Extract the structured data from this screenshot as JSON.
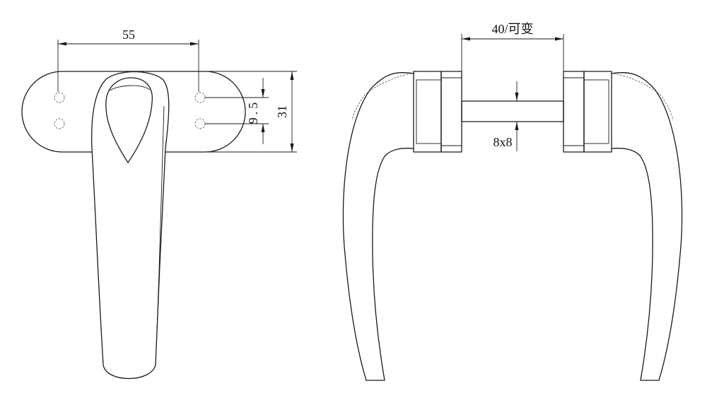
{
  "dimensions": {
    "width_span": "55",
    "hole_pitch": "9.5",
    "plate_height": "31",
    "spindle_length": "40/可变",
    "spindle_size": "8x8"
  }
}
